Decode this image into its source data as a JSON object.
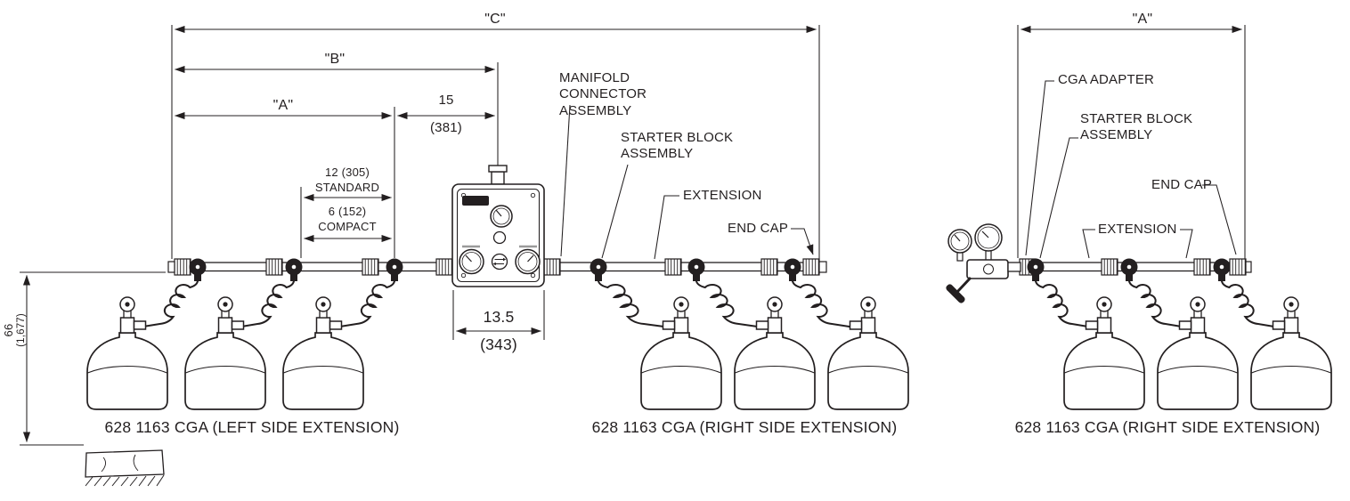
{
  "diagram": {
    "dims": {
      "c": "\"C\"",
      "b": "\"B\"",
      "a_left": "\"A\"",
      "a_right": "\"A\"",
      "len15_in": "15",
      "len15_mm": "(381)",
      "len12": "12 (305)",
      "len12_name": "STANDARD",
      "len6": "6 (152)",
      "len6_name": "COMPACT",
      "len135_in": "13.5",
      "len135_mm": "(343)",
      "height_in": "66",
      "height_mm": "(1,677)"
    },
    "callouts": {
      "manifold_connector": "MANIFOLD CONNECTOR ASSEMBLY",
      "starter_block_left": "STARTER BLOCK ASSEMBLY",
      "extension_left": "EXTENSION",
      "end_cap_left": "END CAP",
      "cga_adapter": "CGA ADAPTER",
      "starter_block_right": "STARTER BLOCK ASSEMBLY",
      "end_cap_right": "END CAP",
      "extension_right": "EXTENSION"
    },
    "captions": {
      "left": "628 1163 CGA (LEFT SIDE EXTENSION)",
      "middle": "628 1163 CGA (RIGHT SIDE EXTENSION)",
      "right": "628 1163 CGA (RIGHT SIDE EXTENSION)"
    },
    "colors": {
      "ink": "#231f20",
      "background": "#ffffff"
    }
  }
}
